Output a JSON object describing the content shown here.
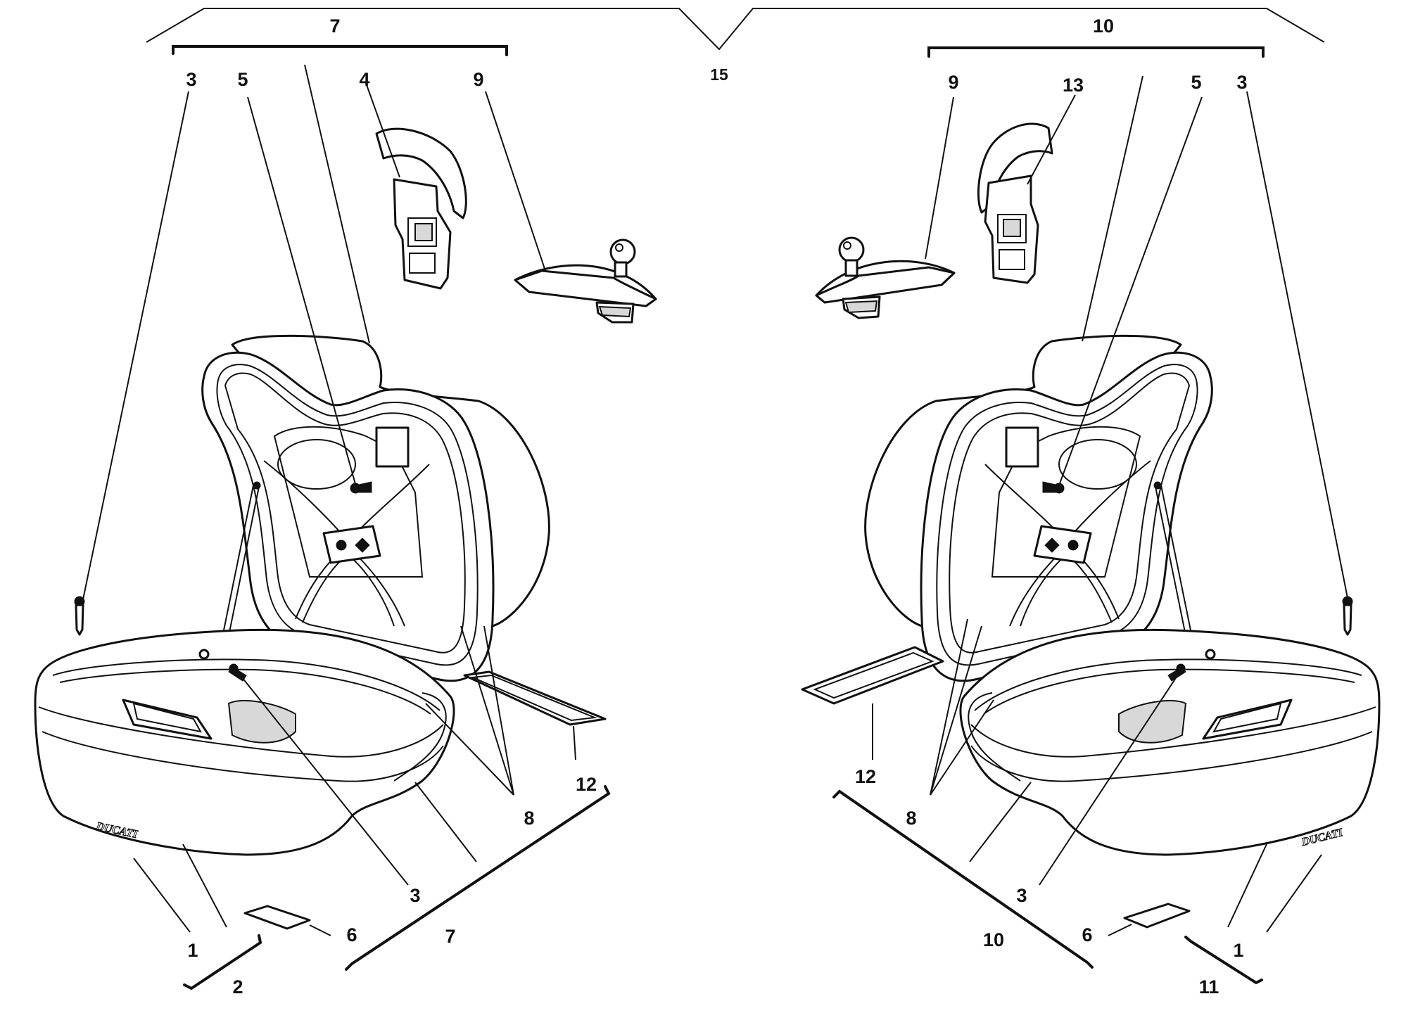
{
  "labels": {
    "l7_top": "7",
    "l10_top": "10",
    "l15": "15",
    "l3_tl": "3",
    "l5_tl": "5",
    "l4": "4",
    "l9_l": "9",
    "l9_r": "9",
    "l13": "13",
    "l5_tr": "5",
    "l3_tr": "3",
    "l12_l": "12",
    "l12_r": "12",
    "l8_l": "8",
    "l8_r": "8",
    "l3_bl": "3",
    "l3_br": "3",
    "l7_bot": "7",
    "l10_bot": "10",
    "l1_l": "1",
    "l1_r": "1",
    "l6_l": "6",
    "l6_r": "6",
    "l2": "2",
    "l11": "11"
  },
  "decals": {
    "logo_text": "DUCATI"
  }
}
